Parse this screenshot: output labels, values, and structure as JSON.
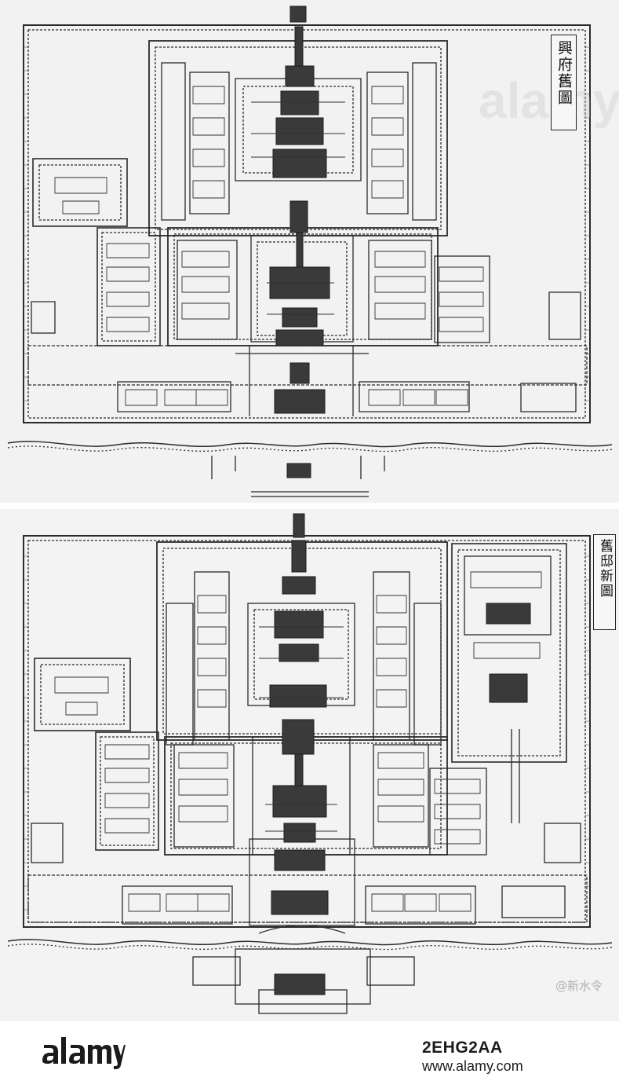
{
  "maps": {
    "top_title": "興府舊圖",
    "bottom_title": "舊邸新圖"
  },
  "watermark": {
    "top_text": "alamy",
    "bottom_text": "@新水令"
  },
  "footer": {
    "logo_text": "alamy",
    "image_id": "2EHG2AA",
    "site": "www.alamy.com"
  },
  "colors": {
    "ink": "#2a2a2a",
    "paper": "#f3f3f3",
    "footer_text": "#1b1b1b"
  }
}
